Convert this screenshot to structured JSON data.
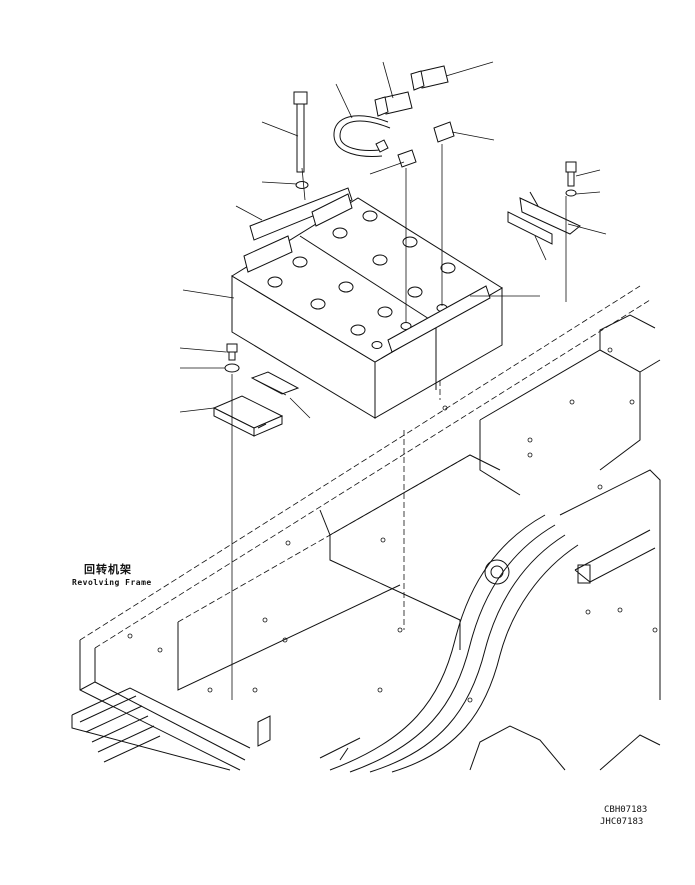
{
  "labels": {
    "frame_cn": "回转机架",
    "frame_en": "Revolving Frame",
    "code_1": "CBH07183",
    "code_2": "JHC07183"
  }
}
